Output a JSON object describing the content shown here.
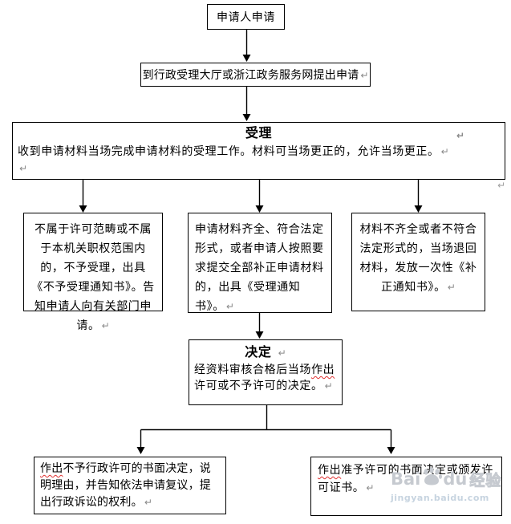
{
  "colors": {
    "line": "#000000",
    "mark": "#8a8a8a",
    "misspell": "#e03030",
    "wm": "#c6cad0",
    "wm2": "#d9dce0",
    "wm-url": "#c7d4e0"
  },
  "flowchart": {
    "return_mark": "↵",
    "nodes": {
      "applicant": {
        "label": "申请人申请"
      },
      "submit": {
        "segments": [
          {
            "t": "到行政受理大厅或浙江政务服务网提出申请"
          },
          {
            "t": "↵",
            "mark": true
          }
        ]
      },
      "accept": {
        "title": "受理",
        "segments": [
          {
            "t": "收到申请材料当场完成申请材料的受理工作。材料可当场更正的，允许当场更正。"
          },
          {
            "t": "↵",
            "mark": true
          }
        ]
      },
      "reject": {
        "segments": [
          {
            "t": "不属于许可范畴或不属于本机关职权范围内的，不予受理，出具《不予受理通知书》。告知申请人向有关部门申请。"
          },
          {
            "t": "↵",
            "mark": true
          }
        ]
      },
      "accepted": {
        "segments": [
          {
            "t": "申请材料齐全、符合法定形式，或者申请人按照要求提交全部补正申请材料的，出具《受理通知书》。"
          },
          {
            "t": "↵",
            "mark": true
          }
        ]
      },
      "incomplete": {
        "segments": [
          {
            "t": "材料不齐全或者不符合法定形式的，当场退回材料，发放一次性《补正通知书》。"
          },
          {
            "t": "↵",
            "mark": true
          }
        ]
      },
      "decision": {
        "title": "决定",
        "segments": [
          {
            "t": "经资料审核合格后当场"
          },
          {
            "t": "作出",
            "err": true
          },
          {
            "t": "许可或不予许可的决定。"
          },
          {
            "t": "↵",
            "mark": true
          }
        ]
      },
      "deny": {
        "segments": [
          {
            "t": "作出",
            "err": true
          },
          {
            "t": "不予行政许可的书面决定，说明理由，并告知依法申请复议，提出行政诉讼的权利。"
          },
          {
            "t": "↵",
            "mark": true
          }
        ]
      },
      "grant": {
        "segments": [
          {
            "t": "作出",
            "err": true
          },
          {
            "t": "准予许可的书面决定或颁发许可证书。"
          },
          {
            "t": "↵",
            "mark": true
          }
        ]
      }
    }
  },
  "watermark": {
    "brand_left": "Bai",
    "brand_right": "du",
    "suffix": "经验",
    "url": "jingyan.baidu.com"
  }
}
